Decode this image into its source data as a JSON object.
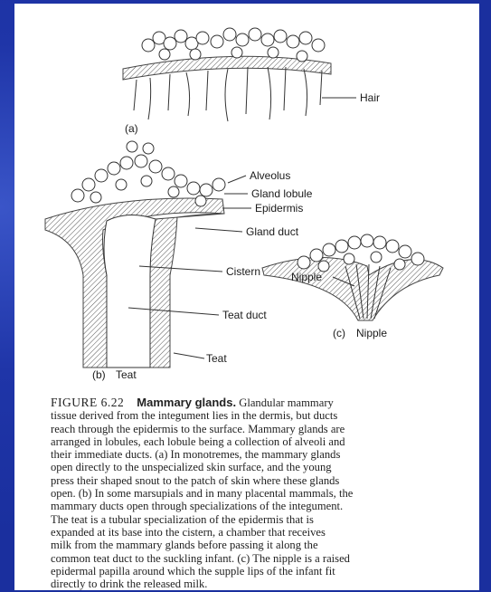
{
  "figure": {
    "panel_a": {
      "tag": "(a)",
      "label_hair": "Hair"
    },
    "panel_b": {
      "tag": "(b)",
      "tag_name": "Teat",
      "labels": {
        "alveolus": "Alveolus",
        "gland_lobule": "Gland lobule",
        "epidermis": "Epidermis",
        "gland_duct": "Gland duct",
        "cistern": "Cistern",
        "teat_duct": "Teat duct",
        "teat": "Teat"
      }
    },
    "panel_c": {
      "tag": "(c)",
      "tag_name": "Nipple",
      "label_nipple": "Nipple"
    }
  },
  "caption": {
    "number": "FIGURE 6.22",
    "title": "Mammary glands.",
    "lines": [
      "Glandular mammary",
      "tissue derived from the integument lies in the dermis, but ducts",
      "reach through the epidermis to the surface. Mammary glands are",
      "arranged in lobules, each lobule being a collection of alveoli and",
      "their immediate ducts. (a) In monotremes, the mammary glands",
      "open directly to the unspecialized skin surface, and the young",
      "press their shaped snout to the patch of skin where these glands",
      "open. (b) In some marsupials and in many placental mammals, the",
      "mammary ducts open through specializations of the integument.",
      "The teat is a tubular specialization of the epidermis that is",
      "expanded at its base into the cistern, a chamber that receives",
      "milk from the mammary glands before passing it along the",
      "common teat duct to the suckling infant. (c) The nipple is a raised",
      "epidermal papilla around which the supple lips of the infant fit",
      "directly to drink the released milk."
    ]
  }
}
